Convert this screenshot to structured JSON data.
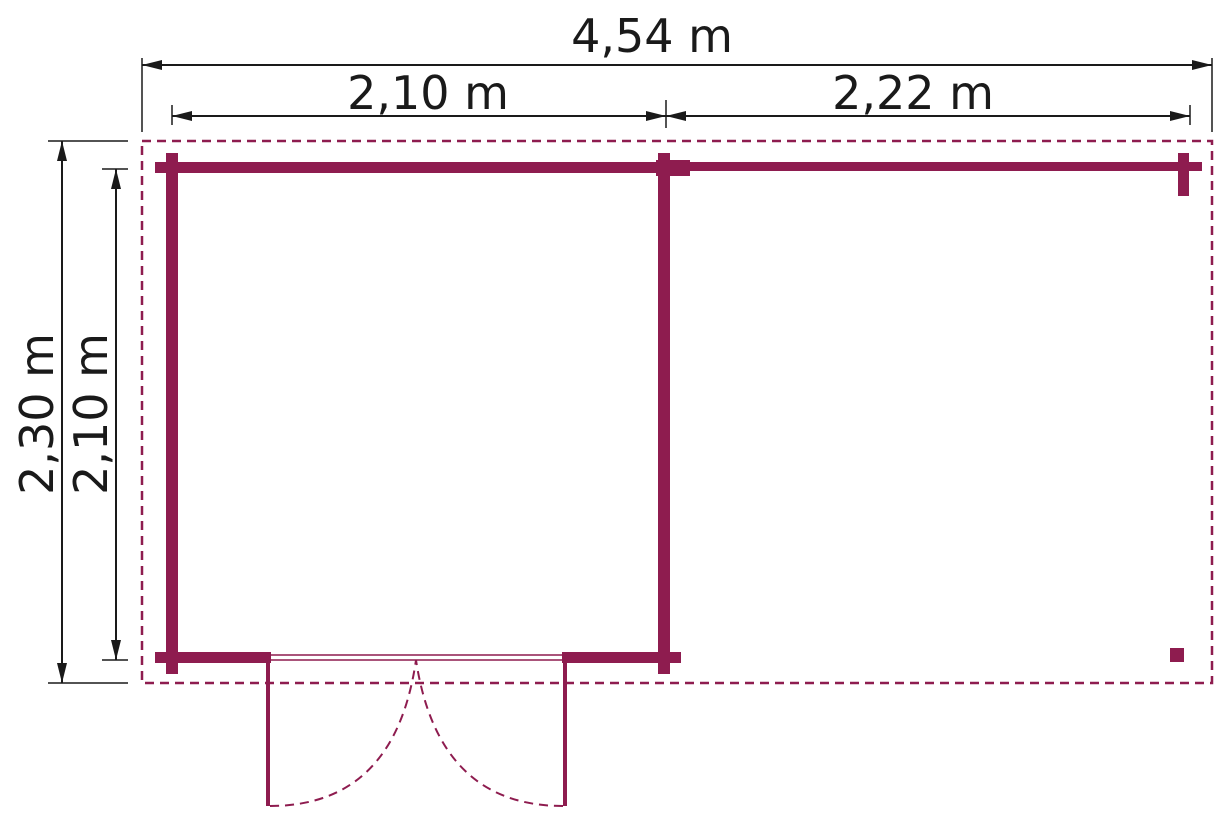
{
  "dimensions": {
    "total_width": "4,54 m",
    "left_width": "2,10 m",
    "right_width": "2,22 m",
    "total_depth": "2,30 m",
    "inner_depth": "2,10 m"
  },
  "colors": {
    "wall": "#8e1c4f",
    "dimension_line": "#1a1a1a",
    "background": "#ffffff"
  }
}
